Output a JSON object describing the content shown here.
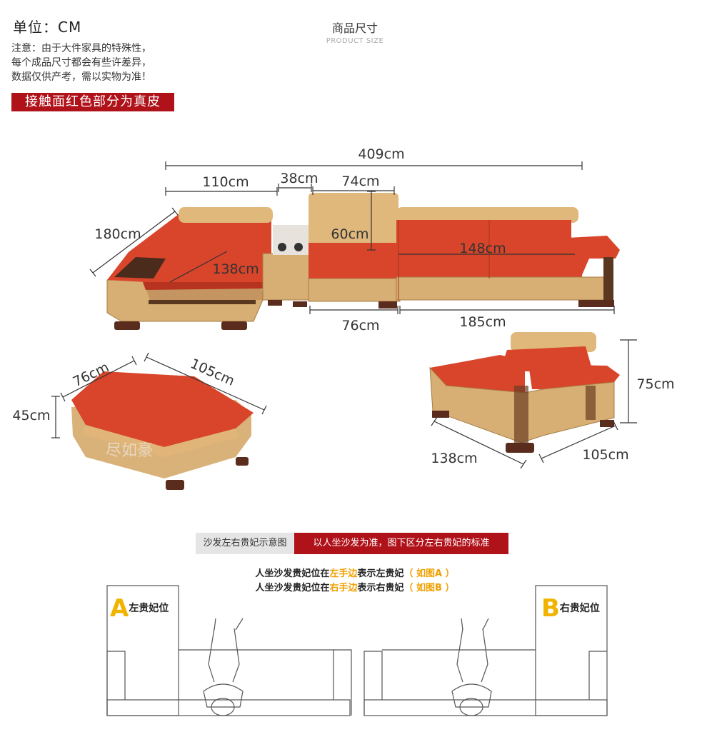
{
  "header": {
    "unit": "单位：CM",
    "notes": [
      "注意：由于大件家具的特殊性，",
      "每个成品尺寸都会有些许差异，",
      "数据仅供产考，需以实物为准！"
    ],
    "leather_banner": "接触面红色部分为真皮",
    "size_title": "商品尺寸",
    "size_subtitle": "PRODUCT SIZE"
  },
  "dimensions": {
    "sectional_total": "409cm",
    "chaise_width": "110cm",
    "console_width": "38cm",
    "corner_width": "74cm",
    "chaise_length": "180cm",
    "headrest_height": "60cm",
    "chaise_depth": "138cm",
    "sofa_back_span": "148cm",
    "seat_depth": "76cm",
    "sofa_length": "185cm",
    "ottoman_depth": "76cm",
    "ottoman_length": "105cm",
    "ottoman_height": "45cm",
    "chair_height": "75cm",
    "chair_width": "138cm",
    "chair_depth": "105cm"
  },
  "watermark": "尽如豪",
  "legend": {
    "tab_label": "沙发左右贵妃示意图",
    "desc": "以人坐沙发为准，图下区分左右贵妃的标准"
  },
  "explanation": {
    "line1_pre": "人坐沙发贵妃位在",
    "line1_hl": "左手边",
    "line1_mid": "表示左贵妃",
    "line1_ref": "（ 如图A ）",
    "line2_pre": "人坐沙发贵妃位在",
    "line2_hl": "右手边",
    "line2_mid": "表示右贵妃",
    "line2_ref": "（ 如图B ）"
  },
  "diagrams": {
    "a_letter": "A",
    "a_label": "左贵妃位",
    "b_letter": "B",
    "b_label": "右贵妃位"
  },
  "colors": {
    "leather_red": "#d8452b",
    "leather_tan": "#d9b27a",
    "brand_red": "#b0121a",
    "highlight": "#f0a000"
  }
}
